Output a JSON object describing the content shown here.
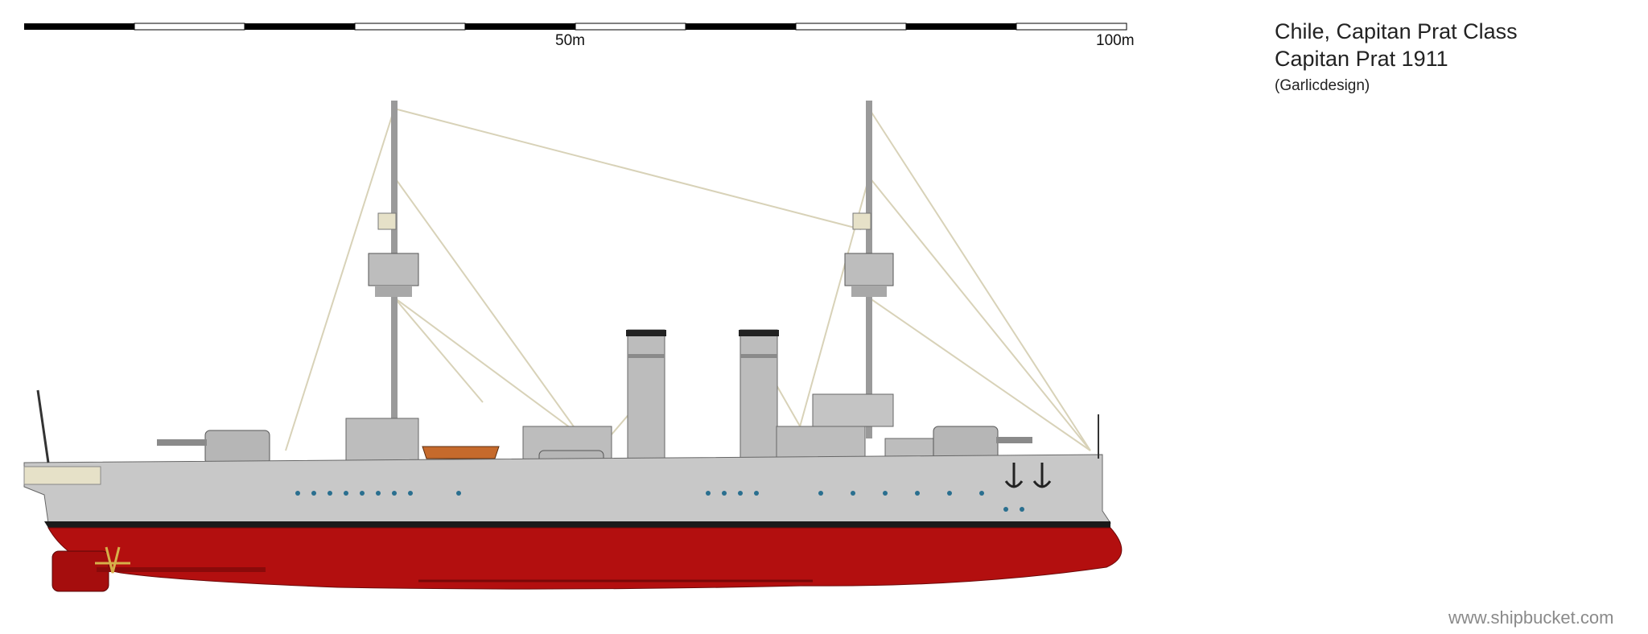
{
  "scale_bar": {
    "label_mid": "50m",
    "label_end": "100m"
  },
  "caption": {
    "line1": "Chile, Capitan Prat Class",
    "line2": "Capitan Prat 1911",
    "credit": "(Garlicdesign)"
  },
  "watermark": "www.shipbucket.com",
  "colors": {
    "hull_below_waterline": "#b30f0f",
    "hull_upper": "#c8c8c8",
    "superstructure": "#bdbdbd",
    "boot_topping": "#1a1a1a",
    "boats": "#c66a2c",
    "portholes": "#2a6f8f",
    "rigging": "#d8d2b8"
  }
}
